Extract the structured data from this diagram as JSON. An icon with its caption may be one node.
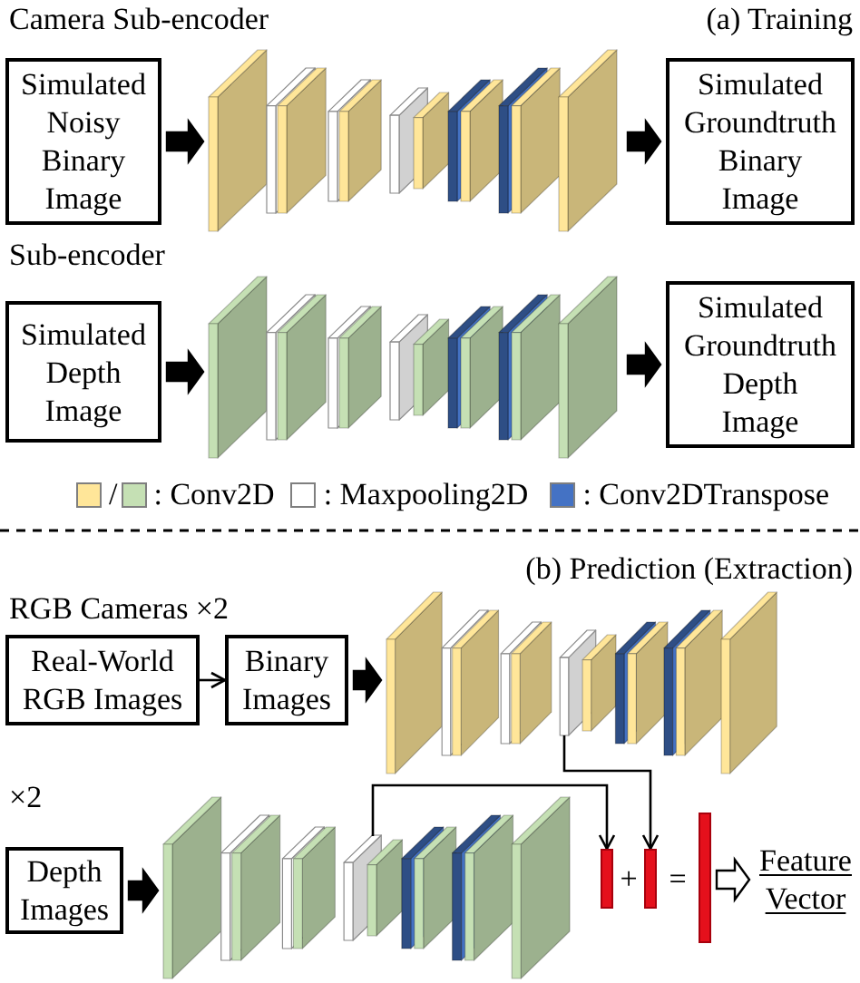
{
  "diagram": {
    "nodes": [
      {
        "text": [
          "Simulated Noisy Binary Image"
        ]
      },
      {
        "text": [],
        "shape": "picture"
      },
      {
        "text": [
          "Simulated Groundtruth Binary Image"
        ]
      },
      {
        "text": [
          "Simulated Depth Image"
        ]
      },
      {
        "text": [],
        "shape": "picture"
      },
      {
        "text": [
          "Simulated Groundtruth Depth Image"
        ]
      },
      {
        "text": [
          "Real-World RGB Images"
        ]
      },
      {
        "text": [
          "Binary Images"
        ]
      },
      {
        "text": [],
        "shape": "picture"
      },
      {
        "text": [
          "Depth Images"
        ]
      },
      {
        "text": [],
        "shape": "picture"
      },
      {
        "text": [],
        "shape": "bar"
      },
      {
        "text": [],
        "shape": "bar"
      },
      {
        "text": [],
        "shape": "bar"
      },
      {
        "text": [
          "Feature Vector"
        ]
      }
    ],
    "edges": [
      {
        "from": 0,
        "to": 1,
        "arrow": "to",
        "style": "thick"
      },
      {
        "from": 1,
        "to": 2,
        "arrow": "to",
        "style": "thick"
      },
      {
        "from": 3,
        "to": 4,
        "arrow": "to",
        "style": "thick"
      },
      {
        "from": 4,
        "to": 5,
        "arrow": "to",
        "style": "thick"
      },
      {
        "from": 6,
        "to": 7,
        "arrow": "to"
      },
      {
        "from": 7,
        "to": 8,
        "arrow": "to",
        "style": "thick"
      },
      {
        "from": 8,
        "to": 12,
        "arrow": "to"
      },
      {
        "from": 9,
        "to": 10,
        "arrow": "to",
        "style": "thick"
      },
      {
        "from": 10,
        "to": 11,
        "arrow": "to"
      },
      {
        "from": 13,
        "to": 14,
        "arrow": "to",
        "style": "thick",
        "color": "#ffffff"
      }
    ],
    "labels": [
      "Camera Sub-encoder",
      "(a) Training",
      "Sub-encoder",
      "(b) Prediction (Extraction)",
      "RGB Cameras ×2",
      "×2",
      "+",
      "="
    ],
    "legend": [
      {
        "text": "/",
        "color": "#ffe699"
      },
      {
        "text": ": Conv2D",
        "color": "#c5e0b4"
      },
      {
        "text": ": Maxpooling2D",
        "color": "#ffffff"
      },
      {
        "text": ": Conv2DTranspose",
        "color": "#4472c4"
      }
    ]
  }
}
